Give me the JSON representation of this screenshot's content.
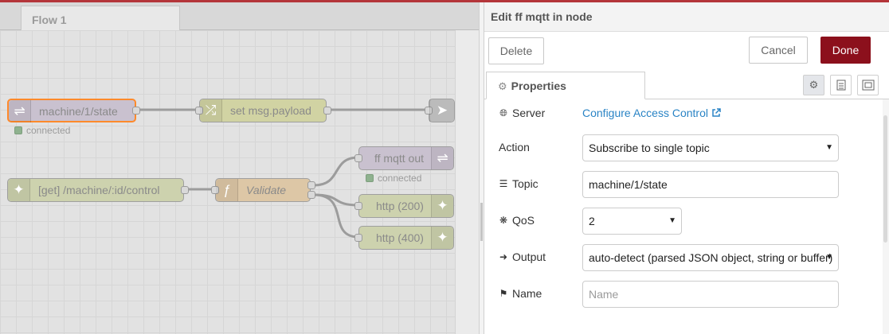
{
  "workspace": {
    "tab_label": "Flow 1",
    "nodes": {
      "mqtt_in": "machine/1/state",
      "change": "set msg.payload",
      "http_in": "[get] /machine/:id/control",
      "function": "Validate",
      "mqtt_out": "ff mqtt out",
      "resp_200": "http (200)",
      "resp_400": "http (400)"
    },
    "status_connected": "connected"
  },
  "tray": {
    "title": "Edit ff mqtt in node",
    "delete_label": "Delete",
    "cancel_label": "Cancel",
    "done_label": "Done",
    "properties_tab": "Properties",
    "server_label": "Server",
    "server_link": "Configure Access Control",
    "action_label": "Action",
    "action_value": "Subscribe to single topic",
    "topic_label": "Topic",
    "topic_value": "machine/1/state",
    "qos_label": "QoS",
    "qos_value": "2",
    "output_label": "Output",
    "output_value": "auto-detect (parsed JSON object, string or buffer)",
    "name_label": "Name",
    "name_placeholder": "Name"
  },
  "colors": {
    "done_button": "#8c101c",
    "selected_node_border": "#ff8a2b",
    "link": "#2a84c5",
    "topbar": "#b4353a"
  },
  "icons": [
    "gear-icon",
    "globe-icon",
    "list-icon",
    "qos-icon",
    "sign-out-icon",
    "tag-icon",
    "external-link-icon",
    "document-icon",
    "frame-icon"
  ]
}
